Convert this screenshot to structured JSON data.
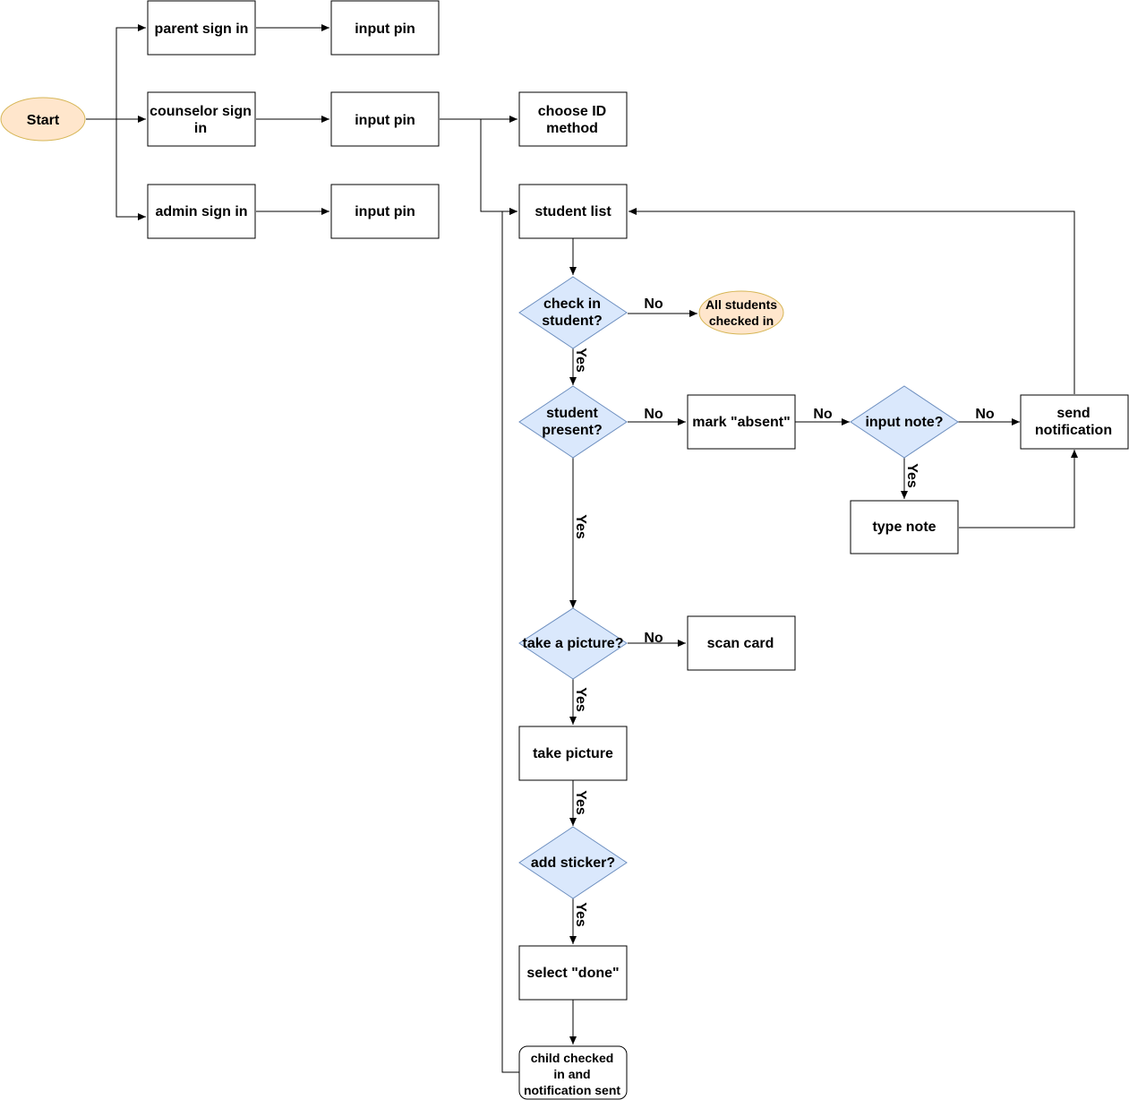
{
  "colors": {
    "terminal_fill": "#ffe6cc",
    "terminal_stroke": "#d6b656",
    "decision_fill": "#dae8fc",
    "decision_stroke": "#6c8ebf",
    "process_fill": "#ffffff",
    "line": "#000000"
  },
  "nodes": {
    "start": "Start",
    "parent_sign_in": "parent sign in",
    "counselor_sign_in": [
      "counselor sign",
      "in"
    ],
    "admin_sign_in": "admin sign in",
    "input_pin_parent": "input pin",
    "input_pin_counselor": "input pin",
    "input_pin_admin": "input pin",
    "choose_id_method": [
      "choose ID",
      "method"
    ],
    "student_list": "student list",
    "check_in_student": [
      "check in",
      "student?"
    ],
    "all_students_checked_in": [
      "All students",
      "checked in"
    ],
    "student_present": [
      "student",
      "present?"
    ],
    "mark_absent": "mark \"absent\"",
    "input_note": "input note?",
    "send_notification": [
      "send",
      "notification"
    ],
    "type_note": "type note",
    "take_a_picture_decision": "take a picture?",
    "scan_card": "scan card",
    "take_picture": "take picture",
    "add_sticker": "add sticker?",
    "select_done": "select \"done\"",
    "child_checked_in": [
      "child checked",
      "in and",
      "notification sent"
    ]
  },
  "labels": {
    "no_check_in": "No",
    "yes_check_in": "Yes",
    "no_present": "No",
    "yes_present": "Yes",
    "no_mark_absent": "No",
    "no_input_note": "No",
    "yes_input_note": "Yes",
    "no_picture": "No",
    "yes_picture": "Yes",
    "yes_take_picture": "Yes",
    "yes_sticker": "Yes"
  }
}
